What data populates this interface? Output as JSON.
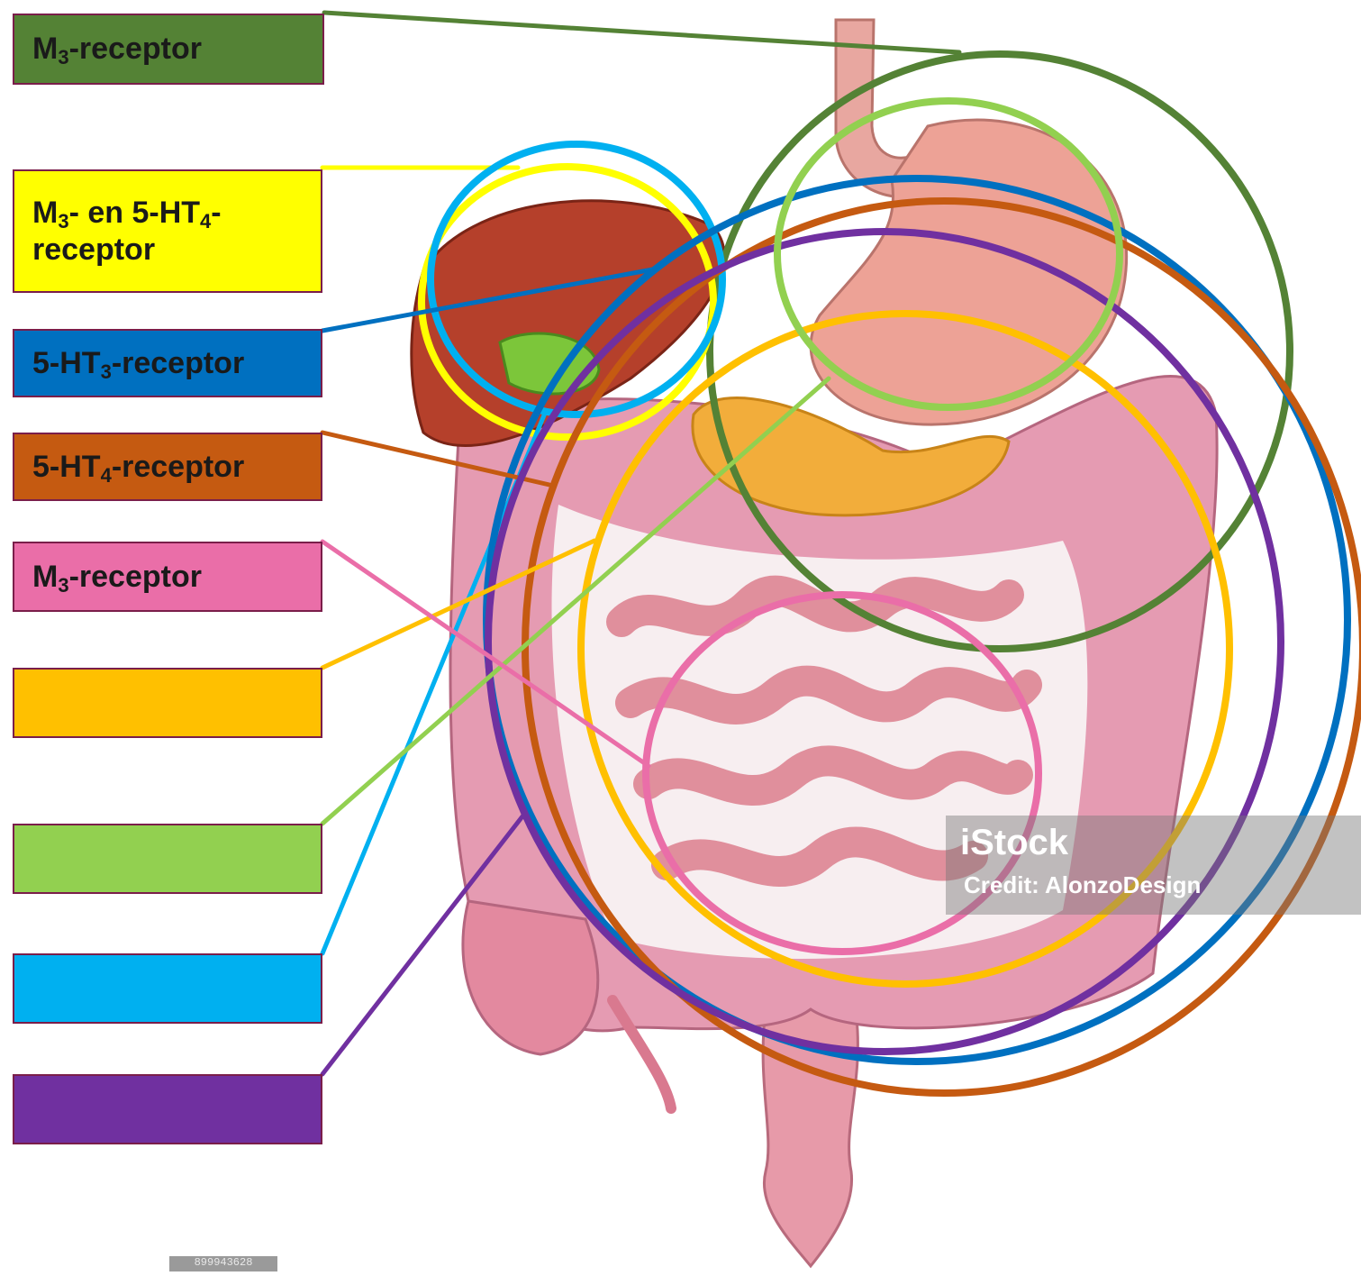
{
  "labels": [
    {
      "id": "m3-stomach",
      "parts": [
        "M",
        "3",
        "-receptor"
      ],
      "color": "#548235"
    },
    {
      "id": "m3-5ht4-liver",
      "parts": [
        "M",
        "3",
        "- en 5-HT",
        "4",
        "-",
        "receptor"
      ],
      "color": "#ffff00"
    },
    {
      "id": "5ht3",
      "parts": [
        "5-HT",
        "3",
        "-receptor"
      ],
      "color": "#0070c0"
    },
    {
      "id": "5ht4",
      "parts": [
        "5-HT",
        "4",
        "-receptor"
      ],
      "color": "#c55a11"
    },
    {
      "id": "m3-small-intestine",
      "parts": [
        "M",
        "3",
        "-receptor"
      ],
      "color": "#ea6ea8"
    },
    {
      "id": "orange-blank",
      "parts": [],
      "color": "#ffc000"
    },
    {
      "id": "green-blank",
      "parts": [],
      "color": "#92d050"
    },
    {
      "id": "cyan-blank",
      "parts": [],
      "color": "#00b0f0"
    },
    {
      "id": "purple-blank",
      "parts": [],
      "color": "#7030a0"
    }
  ],
  "watermark": {
    "brand": "iStock",
    "credit": "Credit: AlonzoDesign"
  },
  "stock_id": "899943628"
}
